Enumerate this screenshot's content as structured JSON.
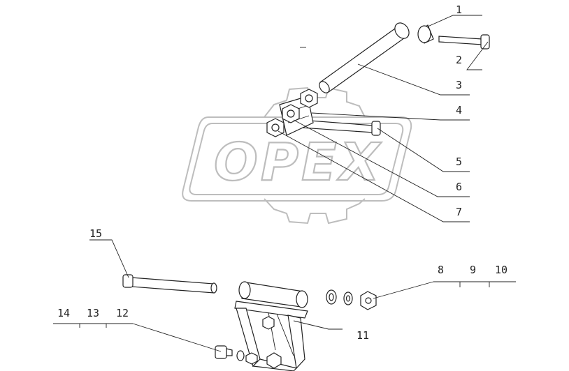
{
  "watermark": {
    "text": "OPEX"
  },
  "callouts": {
    "c1": "1",
    "c2": "2",
    "c3": "3",
    "c4": "4",
    "c5": "5",
    "c6": "6",
    "c7": "7",
    "c8": "8",
    "c9": "9",
    "c10": "10",
    "c11": "11",
    "c12": "12",
    "c13": "13",
    "c14": "14",
    "c15": "15"
  }
}
